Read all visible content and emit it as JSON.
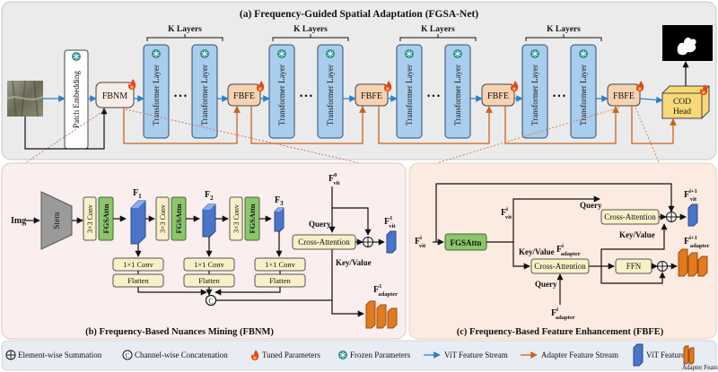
{
  "title": "(a) Frequency-Guided Spatial Adaptation (FGSA-Net)",
  "top": {
    "patch_embedding": "Patch Embedding",
    "fbnm": "FBNM",
    "fbfe": "FBFE",
    "transformer_layer": "Transformer Layer",
    "k_layers": "K Layers",
    "cod_head_line1": "COD",
    "cod_head_line2": "Head",
    "dots": "• • •"
  },
  "fbnm_panel": {
    "caption": "(b) Frequency-Based Nuances Mining (FBNM)",
    "img": "Img",
    "stem": "Stem",
    "conv3": "3×3 Conv",
    "fgsattn": "FGSAttn",
    "conv1": "1×1 Conv",
    "flatten": "Flatten",
    "f1": "F",
    "f1_sub": "1",
    "f2": "F",
    "f2_sub": "2",
    "f3": "F",
    "f3_sub": "3",
    "f0_vit": "F",
    "f0_sup": "0",
    "f0_sub": "vit",
    "cross_attention": "Cross-Attention",
    "query": "Query",
    "key_value": "Key/Value",
    "f1_vit": "F",
    "f1_vit_sup": "1",
    "f1_vit_sub": "vit",
    "f1_adapter": "F",
    "f1_adapter_sup": "1",
    "f1_adapter_sub": "adapter"
  },
  "fbfe_panel": {
    "caption": "(c) Frequency-Based Feature Enhancement (FBFE)",
    "fi_vit": "F",
    "fi_vit_sup": "i",
    "fi_vit_sub": "vit",
    "fgsattn": "FGSAttn",
    "fhat_vit": "F",
    "fhat_vit_sup": "i",
    "fhat_vit_sub": "vit",
    "key_value_left": "Key/Value",
    "cross_attention": "Cross-Attention",
    "query_top": "Query",
    "query_bottom": "Query",
    "key_value_right": "Key/Value",
    "ffn": "FFN",
    "fhat_adapter": "F",
    "fhat_adapter_sup": "i",
    "fhat_adapter_sub": "adapter",
    "fi_adapter_in": "F",
    "fi_adapter_in_sup": "i",
    "fi_adapter_in_sub": "adapter",
    "fi1_vit": "F",
    "fi1_vit_sup": "i+1",
    "fi1_vit_sub": "vit",
    "fi1_adapter": "F",
    "fi1_adapter_sup": "i+1",
    "fi1_adapter_sub": "adapter"
  },
  "legend": {
    "sum": "Element-wise Summation",
    "concat": "Channel-wise Concatenation",
    "tuned": "Tuned Parameters",
    "frozen": "Frozen Parameters",
    "vit_stream": "ViT Feature Stream",
    "adapter_stream": "Adapter Feature Stream",
    "vit_feature": "ViT Feature",
    "adapter_feature": "Adapter Feature"
  },
  "colors": {
    "vit_stream": "#2f7fc9",
    "adapter_stream": "#c8621e",
    "transformer_fill": "#a9cdec",
    "fgsattn_fill": "#8dc56d",
    "conv_fill": "#f9f0c8",
    "fbfe_fill": "#f6d2b2",
    "panel_a_bg": "#ebebeb",
    "panel_b_bg": "#fbeeee",
    "panel_c_bg": "#fcebe0"
  }
}
